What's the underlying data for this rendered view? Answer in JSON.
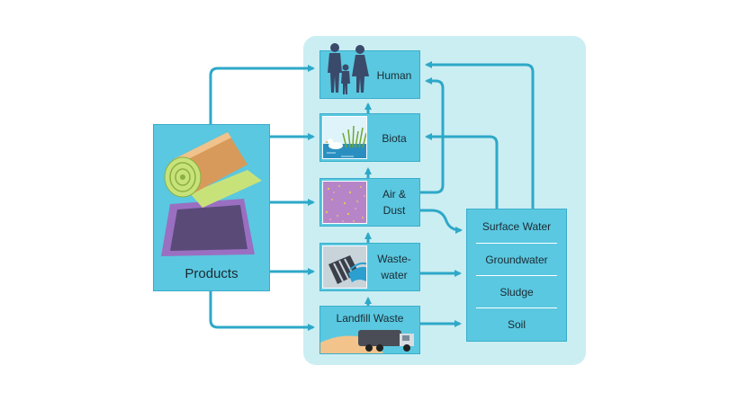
{
  "products": {
    "label": "Products"
  },
  "receptors": {
    "human": "Human",
    "biota": "Biota",
    "air_dust_line1": "Air &",
    "air_dust_line2": "Dust",
    "wastewater_line1": "Waste-",
    "wastewater_line2": "water",
    "landfill": "Landfill Waste"
  },
  "media": {
    "surface_water": "Surface Water",
    "groundwater": "Groundwater",
    "sludge": "Sludge",
    "soil": "Soil"
  },
  "colors": {
    "arrow": "#2ea8c8",
    "box": "#5ac8e0",
    "panel": "#cbeef3"
  },
  "icons": {
    "products": "fabric-roll-and-mat-icon",
    "human": "family-silhouette-icon",
    "biota": "duck-in-pond-icon",
    "air_dust": "dust-particles-icon",
    "wastewater": "drain-grate-icon",
    "landfill": "garbage-truck-icon"
  }
}
